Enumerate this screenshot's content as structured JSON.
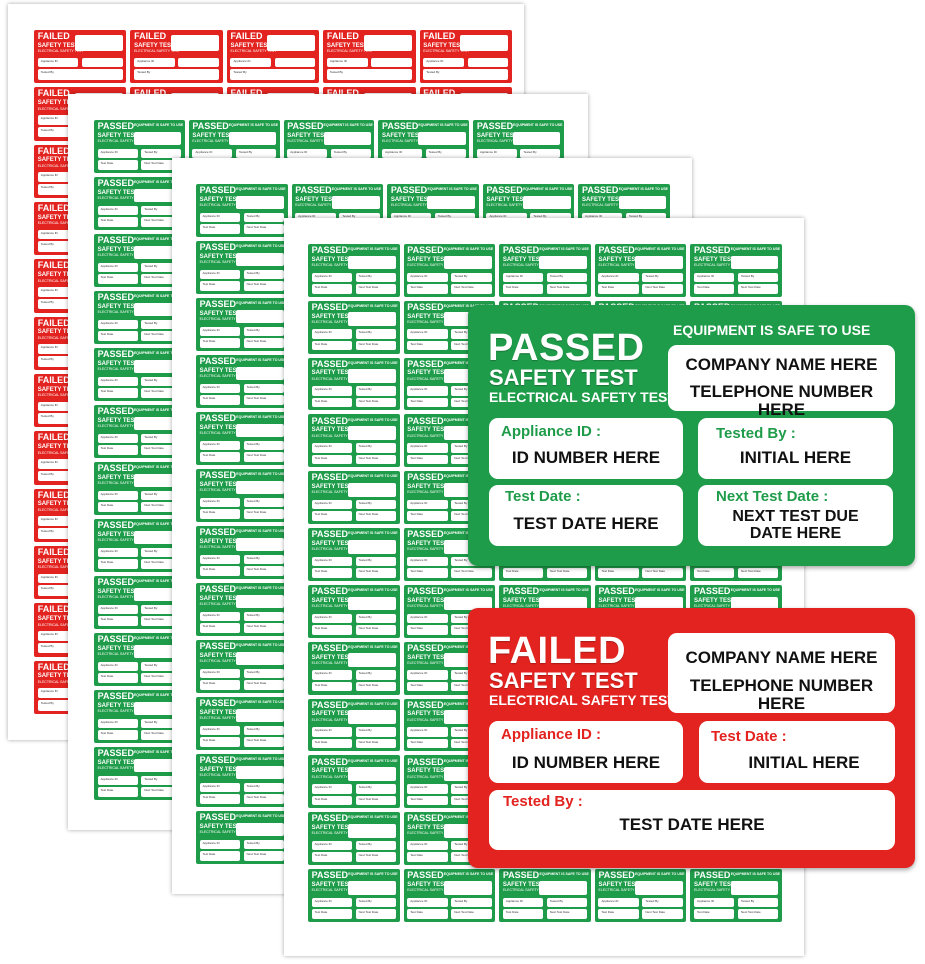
{
  "colors": {
    "green": "#1f9c4a",
    "red": "#e2231f",
    "white": "#ffffff"
  },
  "mini_failed": {
    "title": "FAILED",
    "subtitle": "SAFETY TEST",
    "type": "ELECTRICAL SAFETY TEST",
    "field_1": "Appliance ID",
    "field_2": "Test Date",
    "field_3": "Tested By"
  },
  "mini_passed": {
    "title": "PASSED",
    "subtitle": "SAFETY TEST",
    "type": "ELECTRICAL SAFETY TEST",
    "tagline": "EQUIPMENT IS SAFE TO USE",
    "field_1": "Appliance ID",
    "field_2": "Tested By",
    "field_3": "Test Date",
    "field_4": "Next Test Date"
  },
  "passed_label": {
    "title": "PASSED",
    "subtitle": "SAFETY TEST",
    "type": "ELECTRICAL SAFETY TEST",
    "tagline": "EQUIPMENT IS SAFE TO USE",
    "company": "COMPANY NAME HERE",
    "telephone": "TELEPHONE NUMBER HERE",
    "appliance_label": "Appliance ID :",
    "appliance_value": "ID NUMBER HERE",
    "tested_by_label": "Tested By :",
    "tested_by_value": "INITIAL HERE",
    "test_date_label": "Test Date :",
    "test_date_value": "TEST DATE HERE",
    "next_test_label": "Next Test Date :",
    "next_test_value_1": "NEXT TEST DUE",
    "next_test_value_2": "DATE HERE"
  },
  "failed_label": {
    "title": "FAILED",
    "subtitle": "SAFETY TEST",
    "type": "ELECTRICAL SAFETY TEST",
    "company": "COMPANY NAME HERE",
    "telephone": "TELEPHONE NUMBER HERE",
    "appliance_label": "Appliance ID :",
    "appliance_value": "ID NUMBER HERE",
    "test_date_label": "Test Date :",
    "test_date_value": "INITIAL HERE",
    "tested_by_label": "Tested By :",
    "tested_by_value": "TEST DATE HERE"
  }
}
